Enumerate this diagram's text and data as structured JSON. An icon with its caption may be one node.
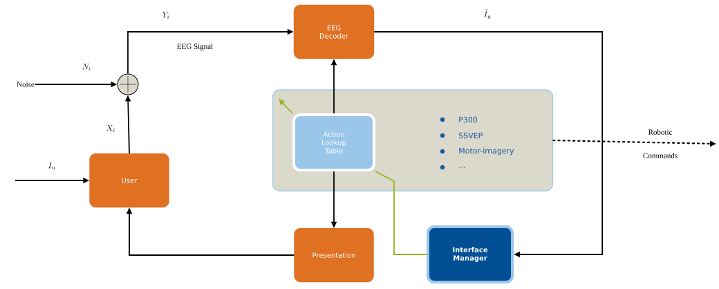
{
  "diagram": {
    "nodes": [
      {
        "text": [
          "Noise"
        ]
      },
      {
        "text": [],
        "shape": "circle"
      },
      {
        "text": [
          "User"
        ]
      },
      {
        "text": [
          "EEG Decoder"
        ]
      },
      {
        "text": [
          "P300",
          "SSVEP",
          "Motor-imagery",
          "..."
        ]
      },
      {
        "text": [
          "Action Lookup Table"
        ],
        "in": 4
      },
      {
        "text": [
          "Presentation"
        ]
      },
      {
        "text": [
          "Interface Manager"
        ]
      }
    ],
    "edges": [
      {
        "from": 0,
        "to": 1,
        "arrow": "to",
        "label": "N_i"
      },
      {
        "from": 2,
        "to": 1,
        "arrow": "to",
        "label": "X_i"
      },
      {
        "from": 1,
        "to": 3,
        "arrow": "to",
        "label": "Y_i"
      },
      {
        "from": null,
        "to": 2,
        "arrow": "to",
        "label": "I_u"
      },
      {
        "from": 3,
        "to": 7,
        "arrow": "to",
        "label": "\\tilde{I}_u"
      },
      {
        "from": 5,
        "to": 3,
        "arrow": "to"
      },
      {
        "from": 5,
        "to": 6,
        "arrow": "to"
      },
      {
        "from": 6,
        "to": 2,
        "arrow": "to"
      },
      {
        "from": 7,
        "to": 5,
        "arrow": "none",
        "color": "#9ab31a"
      },
      {
        "from": 5,
        "to": null,
        "arrow": "to",
        "color": "#9ab31a"
      },
      {
        "from": 4,
        "to": null,
        "arrow": "to",
        "style": "dashed",
        "label": "Robotic Commands"
      }
    ],
    "labels": [
      "EEG Signal"
    ]
  }
}
